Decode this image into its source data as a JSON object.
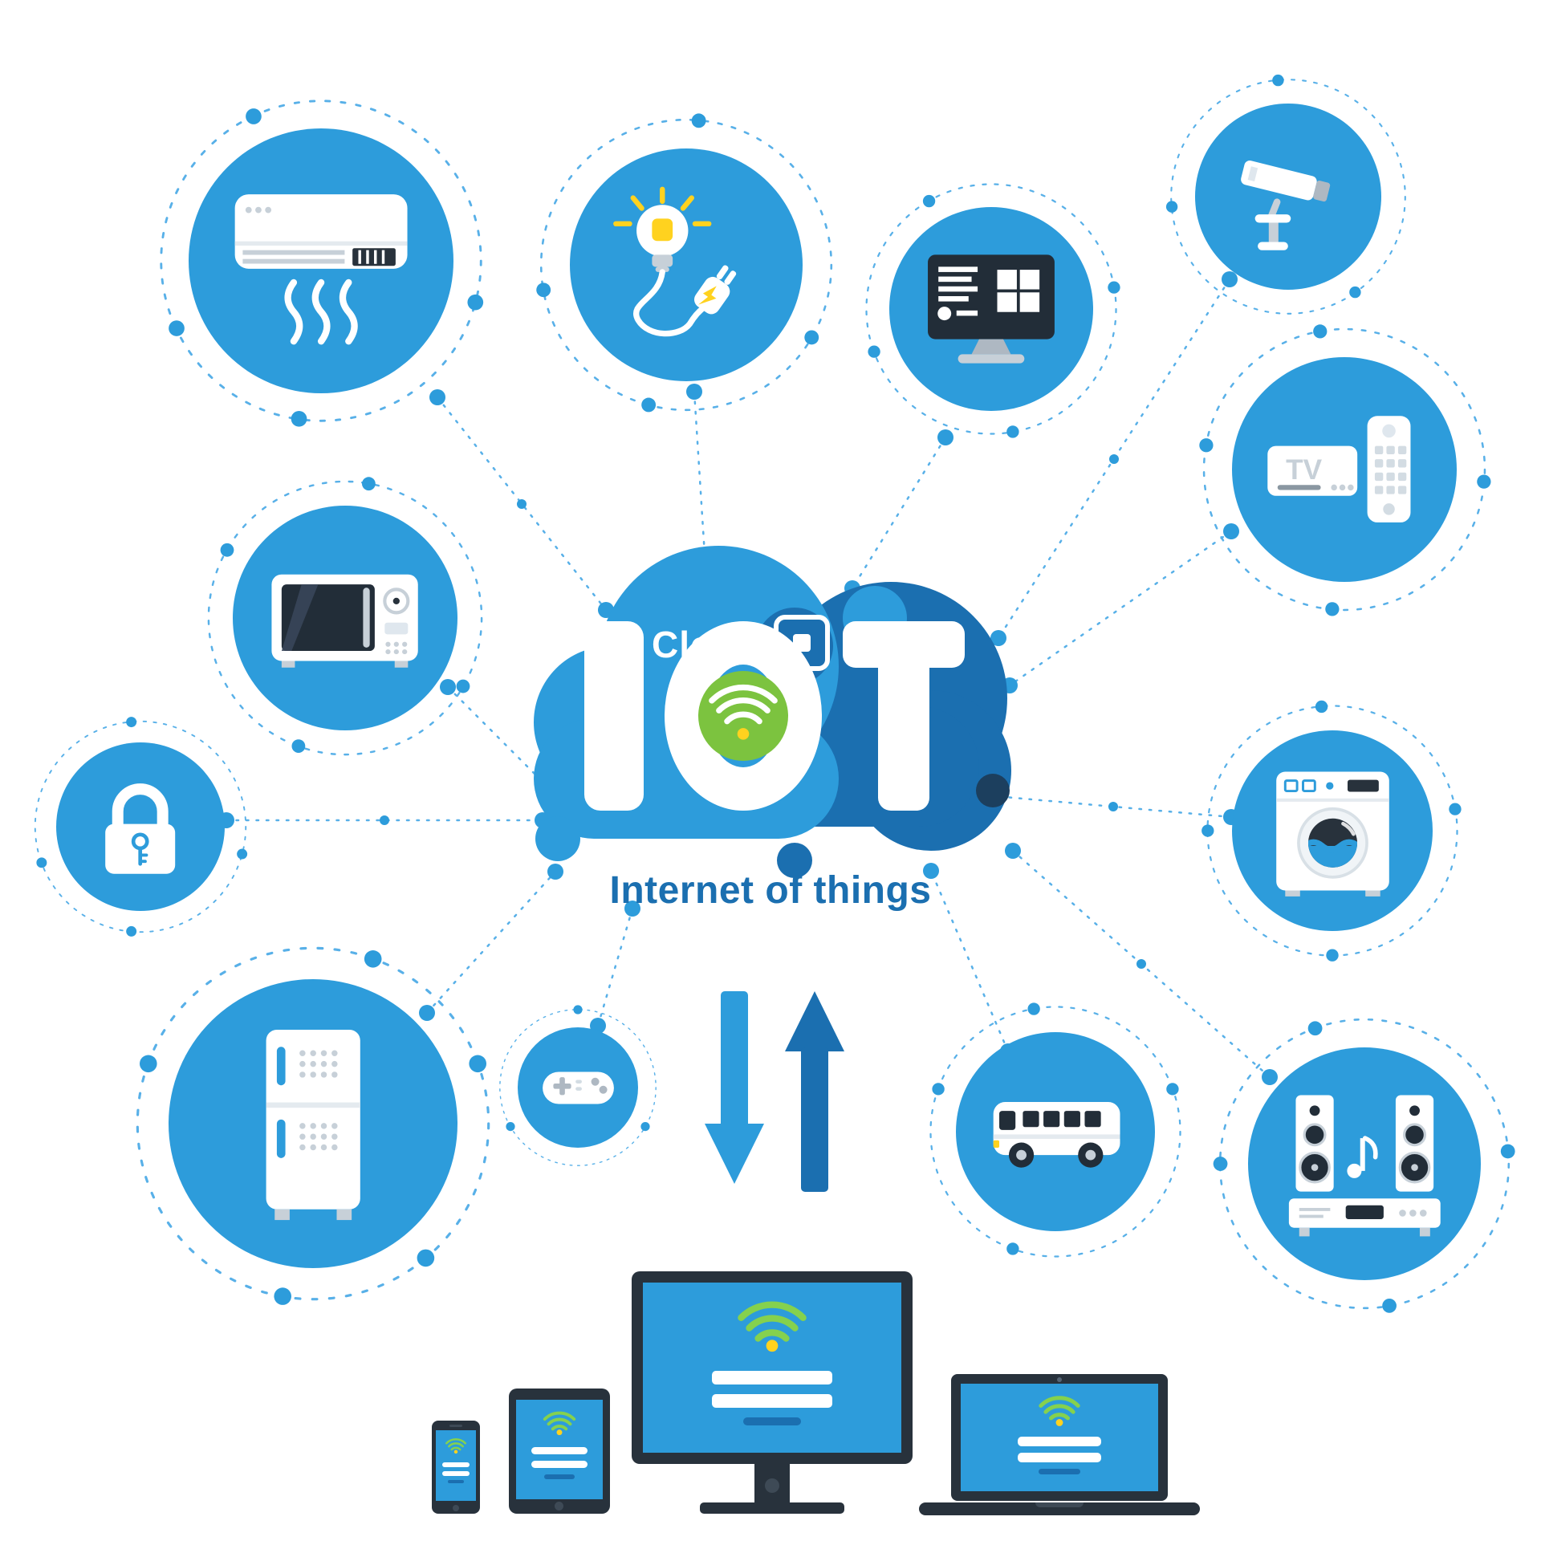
{
  "colors": {
    "primary_blue": "#2D9CDB",
    "dark_blue": "#1B6FB0",
    "navy": "#222D38",
    "line_blue": "#58B0E8",
    "wifi_green": "#7CC33F",
    "accent_yellow": "#FFD21F",
    "white": "#FFFFFF",
    "period_navy": "#1C3F5E"
  },
  "cloud": {
    "label": "Cloud",
    "chip_icon": "chip-icon",
    "iot": {
      "i": "I",
      "o_icon": "wifi-icon",
      "t": "T",
      "period": "."
    },
    "subtitle": "Internet of things"
  },
  "nodes": {
    "air_conditioner": {
      "icon": "air-conditioner-icon"
    },
    "smart_lighting": {
      "icon": "light-bulb-plug-icon"
    },
    "smart_tv": {
      "icon": "smart-tv-icon"
    },
    "security_camera": {
      "icon": "cctv-camera-icon"
    },
    "tv_box": {
      "icon": "tv-box-remote-icon",
      "label": "TV"
    },
    "washing_machine": {
      "icon": "washing-machine-icon"
    },
    "microwave": {
      "icon": "microwave-oven-icon"
    },
    "smart_lock": {
      "icon": "padlock-icon"
    },
    "refrigerator": {
      "icon": "refrigerator-icon"
    },
    "game_controller": {
      "icon": "gamepad-icon"
    },
    "shuttle_bus": {
      "icon": "bus-icon"
    },
    "audio_system": {
      "icon": "loudspeakers-icon"
    }
  },
  "transfer_arrows": {
    "down": "download-arrow-icon",
    "up": "upload-arrow-icon"
  },
  "devices": {
    "smartphone": {
      "icon": "smartphone-icon"
    },
    "tablet": {
      "icon": "tablet-icon"
    },
    "desktop": {
      "icon": "desktop-monitor-icon"
    },
    "laptop": {
      "icon": "laptop-icon"
    }
  }
}
